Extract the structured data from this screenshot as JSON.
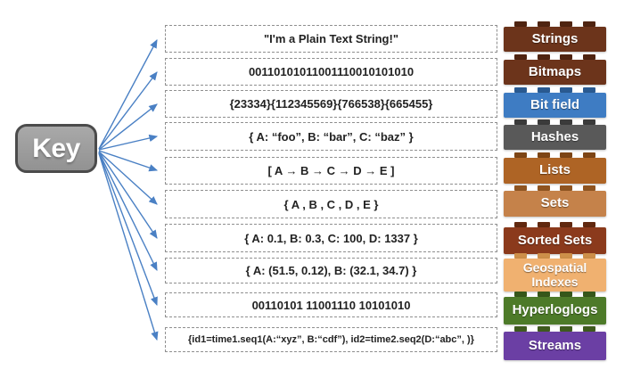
{
  "key": {
    "label": "Key"
  },
  "rows": [
    {
      "value": "\"I'm a Plain Text String!\"",
      "type": "Strings"
    },
    {
      "value": "00110101011001110010101010",
      "type": "Bitmaps"
    },
    {
      "value": "{23334}{112345569}{766538}{665455}",
      "type": "Bit field"
    },
    {
      "value": "{ A: “foo”, B: “bar”, C: “baz”  }",
      "type": "Hashes"
    },
    {
      "value": "[ A → B → C → D → E ]",
      "type": "Lists"
    },
    {
      "value": "{ A , B , C , D , E }",
      "type": "Sets"
    },
    {
      "value": "{ A: 0.1, B: 0.3, C: 100, D: 1337 }",
      "type": "Sorted Sets"
    },
    {
      "value": "{ A: (51.5, 0.12), B: (32.1, 34.7)  }",
      "type": "Geospatial Indexes"
    },
    {
      "value": "00110101 11001110 10101010",
      "type": "Hyperloglogs"
    },
    {
      "value": "{id1=time1.seq1(A:“xyz”, B:“cdf”), id2=time2.seq2(D:“abc”, )}",
      "type": "Streams"
    }
  ],
  "bricks": [
    {
      "label": "Strings",
      "color": "#6c341b"
    },
    {
      "label": "Bitmaps",
      "color": "#6c341b"
    },
    {
      "label": "Bit field",
      "color": "#3e7cc3"
    },
    {
      "label": "Hashes",
      "color": "#595959"
    },
    {
      "label": "Lists",
      "color": "#ae6425"
    },
    {
      "label": "Sets",
      "color": "#c5824a"
    },
    {
      "label": "Sorted Sets",
      "color": "#8b3a1c"
    },
    {
      "label": "Geospatial Indexes",
      "color": "#f0b170"
    },
    {
      "label": "Hyperloglogs",
      "color": "#4d7a29"
    },
    {
      "label": "Streams",
      "color": "#6b3fa4"
    }
  ],
  "colors": {
    "arrow": "#4a80c4",
    "key_fill": "#9b9b9b",
    "key_border": "#4b4b4b",
    "dashed_border": "#8f8f8f",
    "value_text": "#222222"
  }
}
